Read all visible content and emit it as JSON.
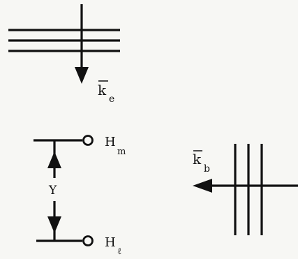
{
  "figure": {
    "colors": {
      "background": "#f7f7f4",
      "ink": "#111111"
    },
    "incident_wave": {
      "label_main": "k",
      "label_sub": "e",
      "overbar": true
    },
    "reflected_wave": {
      "label_main": "k",
      "label_sub": "b",
      "overbar": true
    },
    "admittance": {
      "label": "Y",
      "top_terminal": {
        "main": "H",
        "sub": "m"
      },
      "bottom_terminal": {
        "main": "H",
        "sub": "ℓ"
      }
    }
  }
}
